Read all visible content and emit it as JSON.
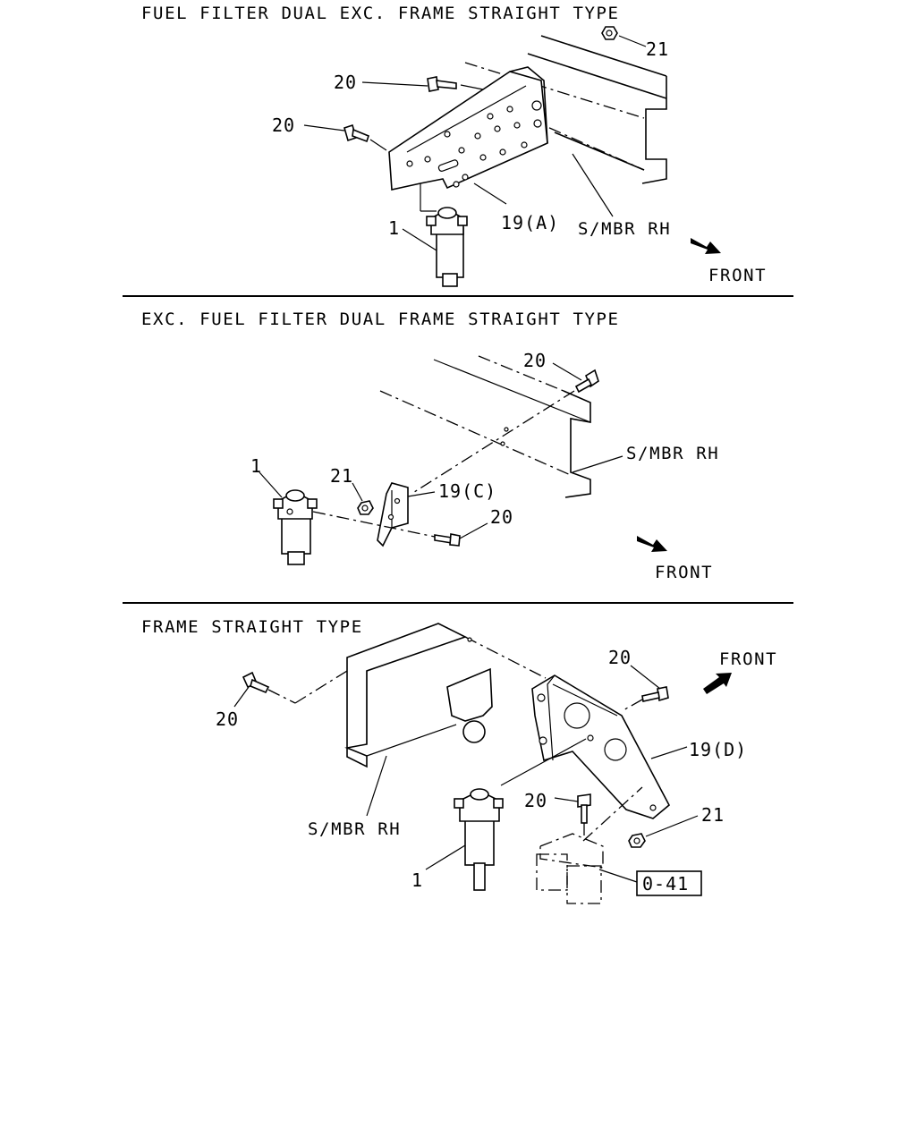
{
  "sections": [
    {
      "title": "FUEL FILTER DUAL EXC. FRAME STRAIGHT TYPE",
      "labels": {
        "nut_21": "21",
        "bolt_20_upper": "20",
        "bolt_20_left": "20",
        "bracket": "19(A)",
        "filter": "1",
        "member": "S/MBR RH",
        "front": "FRONT"
      }
    },
    {
      "title": "EXC. FUEL FILTER DUAL FRAME STRAIGHT TYPE",
      "labels": {
        "bolt_20_top": "20",
        "member": "S/MBR RH",
        "filter": "1",
        "nut_21": "21",
        "bracket": "19(C)",
        "bolt_20_bottom": "20",
        "front": "FRONT"
      }
    },
    {
      "title": "FRAME STRAIGHT TYPE",
      "labels": {
        "front": "FRONT",
        "bolt_20_right": "20",
        "bolt_20_left": "20",
        "bracket": "19(D)",
        "member": "S/MBR RH",
        "bolt_20_lower": "20",
        "nut_21": "21",
        "filter": "1",
        "reference": "0-41"
      }
    }
  ]
}
